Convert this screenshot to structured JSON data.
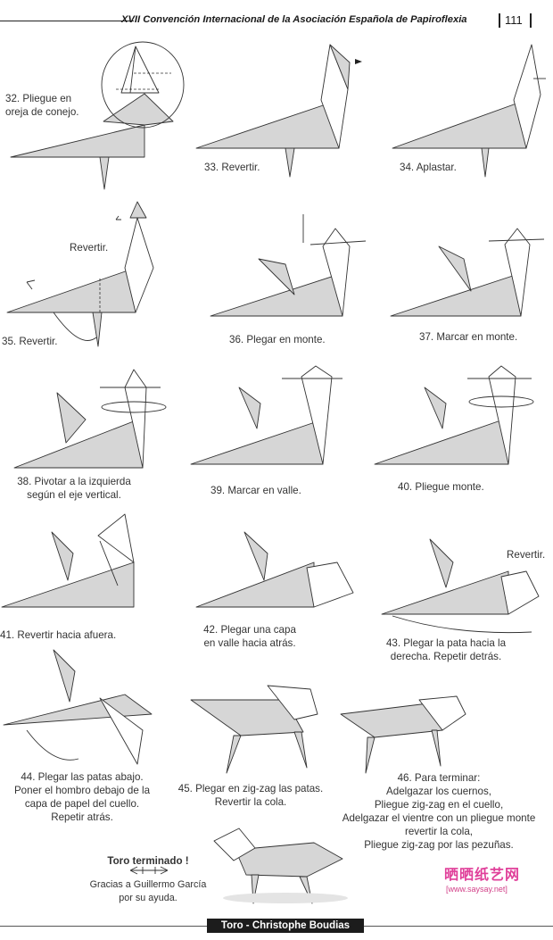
{
  "header": {
    "title": "XVII Convención Internacional de la Asociación Española de Papiroflexia",
    "page_number": "111"
  },
  "steps": {
    "s32": [
      "32. Pliegue en",
      "oreja de conejo."
    ],
    "s33": "33. Revertir.",
    "s34": "34. Aplastar.",
    "revertir_a": "Revertir.",
    "s35": "35. Revertir.",
    "s36": "36. Plegar en monte.",
    "s37": "37. Marcar en monte.",
    "s38": [
      "38. Pivotar a la izquierda",
      "según el eje vertical."
    ],
    "s39": "39. Marcar en valle.",
    "s40": "40. Pliegue monte.",
    "s41": "41. Revertir hacia afuera.",
    "s42": [
      "42. Plegar una capa",
      "en valle hacia atrás."
    ],
    "revertir_b": "Revertir.",
    "s43": [
      "43. Plegar la pata hacia la",
      "derecha. Repetir detrás."
    ],
    "s44": [
      "44. Plegar las patas abajo.",
      "Poner el hombro debajo de la",
      "capa de papel del cuello.",
      "Repetir atrás."
    ],
    "s45": [
      "45. Plegar en zig-zag las patas.",
      "Revertir la cola."
    ],
    "s46": [
      "46. Para terminar:",
      "Adelgazar los cuernos,",
      "Pliegue zig-zag en el cuello,",
      "Adelgazar el vientre con un pliegue monte",
      "revertir la cola,",
      "Pliegue zig-zag por las pezuñas."
    ]
  },
  "finished": {
    "title": "Toro terminado !",
    "thanks": [
      "Gracias a Guillermo García",
      "por su ayuda."
    ]
  },
  "footer": "Toro - Christophe Boudias",
  "watermark": {
    "logo": "晒晒纸艺网",
    "url": "[www.saysay.net]"
  }
}
